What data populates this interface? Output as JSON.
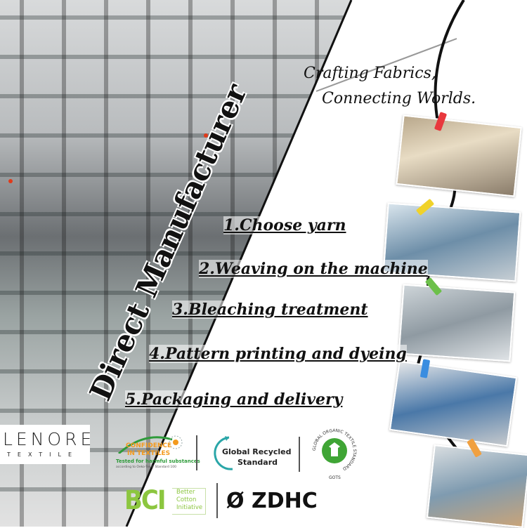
{
  "brand": {
    "name": "LENORE",
    "sub": "TEXTILE"
  },
  "headline": "Direct Manufacturer",
  "tagline": {
    "line1": "Crafting Fabrics,",
    "line2": "Connecting Worlds."
  },
  "steps": [
    {
      "num": "1.",
      "label": "Choose yarn"
    },
    {
      "num": "2.",
      "label": "Weaving on the machine"
    },
    {
      "num": "3.",
      "label": "Bleaching treatment"
    },
    {
      "num": "4.",
      "label": "Pattern printing and dyeing"
    },
    {
      "num": "5.",
      "label": "Packaging and delivery"
    }
  ],
  "certifications": {
    "oeko": {
      "line1": "CONFIDENCE",
      "line2": "IN TEXTILES",
      "line3": "Tested for harmful substances",
      "line4": "according to Oeko-Tex® Standard 100"
    },
    "grs": {
      "line1": "Global Recycled",
      "line2": "Standard"
    },
    "gots": {
      "ring": "GLOBAL ORGANIC TEXTILE STANDARD",
      "short": "GOTS"
    },
    "bci": {
      "mark": "BCI",
      "line1": "Better",
      "line2": "Cotton",
      "line3": "Initiative"
    },
    "zdhc": {
      "mark": "Ø ZDHC"
    }
  },
  "colors": {
    "clip_red": "#e8383d",
    "clip_yellow": "#f0d22a",
    "clip_green": "#6cc04a",
    "clip_blue": "#3a8de0",
    "clip_orange": "#f0a040",
    "bci_green": "#8cc63f",
    "oeko_orange": "#f39a1e"
  }
}
